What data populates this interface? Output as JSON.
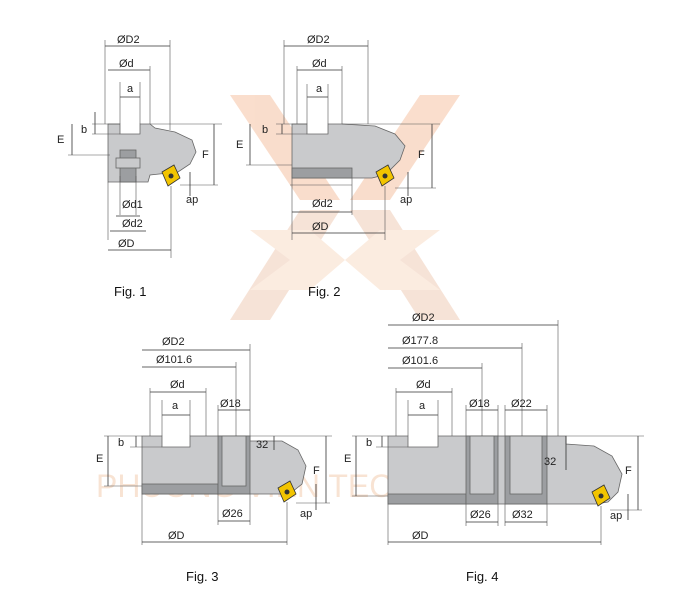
{
  "watermark": {
    "text": "PHUONG VIEN TECH"
  },
  "fig1": {
    "caption": "Fig. 1",
    "D2": "ØD2",
    "d": "Ød",
    "a": "a",
    "b": "b",
    "E": "E",
    "F": "F",
    "d1": "Ød1",
    "d2": "Ød2",
    "D": "ØD",
    "ap": "ap"
  },
  "fig2": {
    "caption": "Fig. 2",
    "D2": "ØD2",
    "d": "Ød",
    "a": "a",
    "b": "b",
    "E": "E",
    "F": "F",
    "d2": "Ød2",
    "D": "ØD",
    "ap": "ap"
  },
  "fig3": {
    "caption": "Fig. 3",
    "D2": "ØD2",
    "pcd": "Ø101.6",
    "d": "Ød",
    "a": "a",
    "h18": "Ø18",
    "b": "b",
    "E": "E",
    "F": "F",
    "n32": "32",
    "h26": "Ø26",
    "D": "ØD",
    "ap": "ap"
  },
  "fig4": {
    "caption": "Fig. 4",
    "D2": "ØD2",
    "pcd2": "Ø177.8",
    "pcd": "Ø101.6",
    "d": "Ød",
    "a": "a",
    "h18": "Ø18",
    "h22": "Ø22",
    "b": "b",
    "E": "E",
    "F": "F",
    "n32a": "32",
    "h26": "Ø26",
    "h32": "Ø32",
    "D": "ØD",
    "ap": "ap"
  },
  "colors": {
    "body": "#c9cacc",
    "insert": "#f2c400",
    "watermark": "#f3c9a8"
  }
}
